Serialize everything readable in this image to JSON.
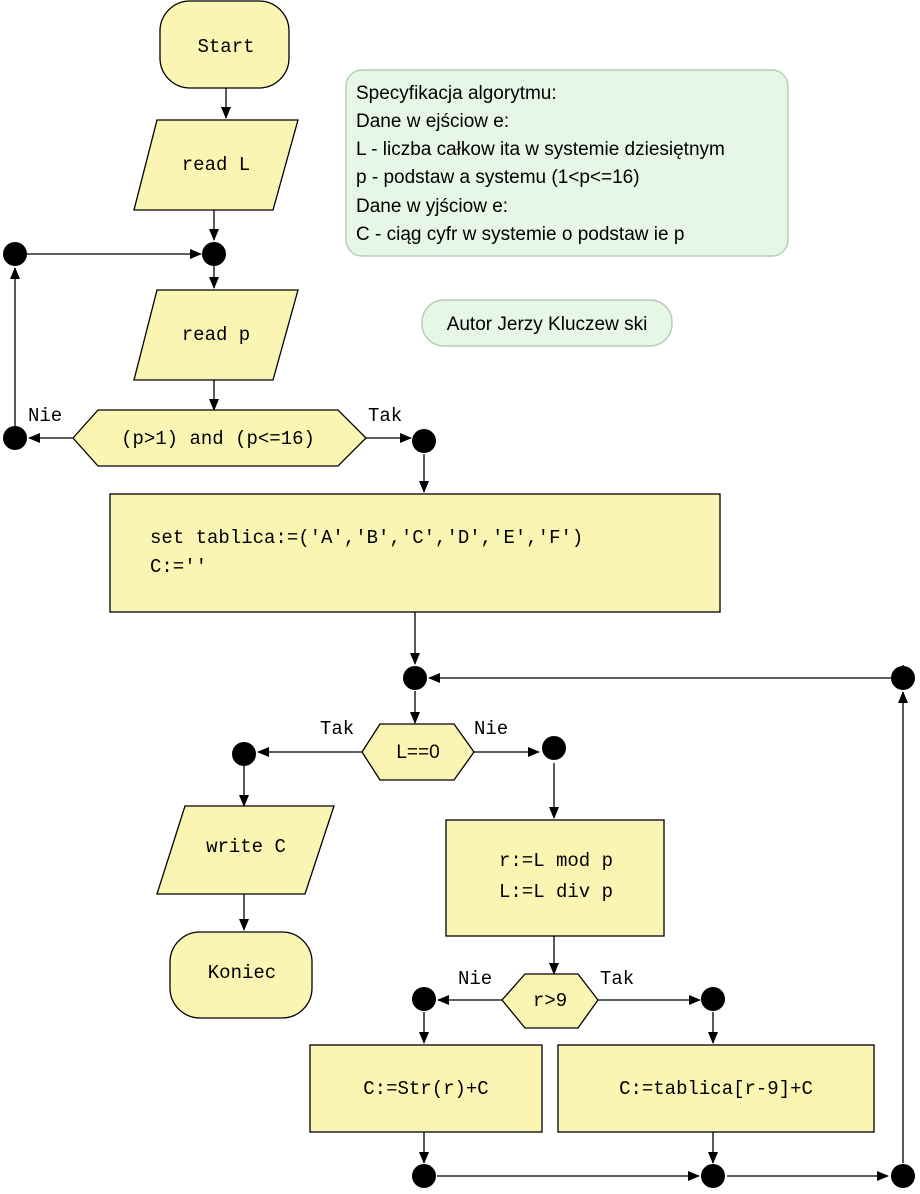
{
  "nodes": {
    "start": "Start",
    "read_l": "read L",
    "read_p": "read p",
    "condition_p": "(p>1) and (p<=16)",
    "init_line1": "set tablica:=('A','B','C','D','E','F')",
    "init_line2": "C:=''",
    "condition_l": "L==0",
    "write_c": "write C",
    "end": "Koniec",
    "calc_line1": "r:=L mod p",
    "calc_line2": "L:=L div p",
    "condition_r": "r>9",
    "assign_digit": "C:=Str(r)+C",
    "assign_letter": "C:=tablica[r-9]+C"
  },
  "edge_labels": {
    "p_no": "Nie",
    "p_yes": "Tak",
    "l_yes": "Tak",
    "l_no": "Nie",
    "r_no": "Nie",
    "r_yes": "Tak"
  },
  "specification": {
    "line1": "Specyfikacja algorytmu:",
    "line2": "Dane w ejściow e:",
    "line3": "L - liczba całkow ita w  systemie dziesiętnym",
    "line4": "p - podstaw a systemu (1<p<=16)",
    "line5": "Dane w yjściow e:",
    "line6": "C - ciąg cyfr w  systemie o podstaw ie p"
  },
  "author": "Autor Jerzy Kluczew ski",
  "colors": {
    "shape_fill": "#fbf5b4",
    "note_fill": "#e6f7e6",
    "connector_fill": "#e8e8e8"
  }
}
